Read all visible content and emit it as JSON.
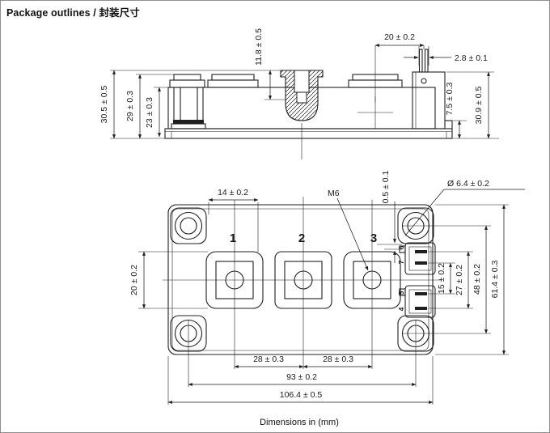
{
  "page": {
    "title": "Package outlines / 封装尺寸",
    "footer": "Dimensions in (mm)",
    "ink_color": "#1f1f1f"
  },
  "side_view": {
    "height_total": "30.5 ± 0.5",
    "height_terminal_top": "29 ± 0.3",
    "height_body": "23 ± 0.3",
    "terminal_recess_depth": "11.8 ± 0.5",
    "terminal_to_pin": "20 ± 0.2",
    "pin_width": "2.8 ± 0.1",
    "ledge_height": "7.5 ± 0.3",
    "height_right": "30.9 ± 0.5"
  },
  "top_view": {
    "edge_to_terminal": "14 ± 0.2",
    "thread_label": "M6",
    "gap": "0.5 ± 0.1",
    "hole_diameter": "Ø 6.4 ± 0.2",
    "pad_height": "20 ± 0.2",
    "aux_pin_span_inner": "15 ± 0.2",
    "aux_pin_span_outer": "27 ± 0.2",
    "mount_hole_span_vertical": "48 ± 0.2",
    "height_total": "61.4 ± 0.3",
    "terminal_pitch_left": "28 ± 0.3",
    "terminal_pitch_right": "28 ± 0.3",
    "mount_hole_span_horizontal": "93 ± 0.2",
    "width_total": "106.4 ± 0.5",
    "terminals": [
      "1",
      "2",
      "3"
    ],
    "aux_pins": [
      "6",
      "7",
      "5",
      "4"
    ]
  }
}
